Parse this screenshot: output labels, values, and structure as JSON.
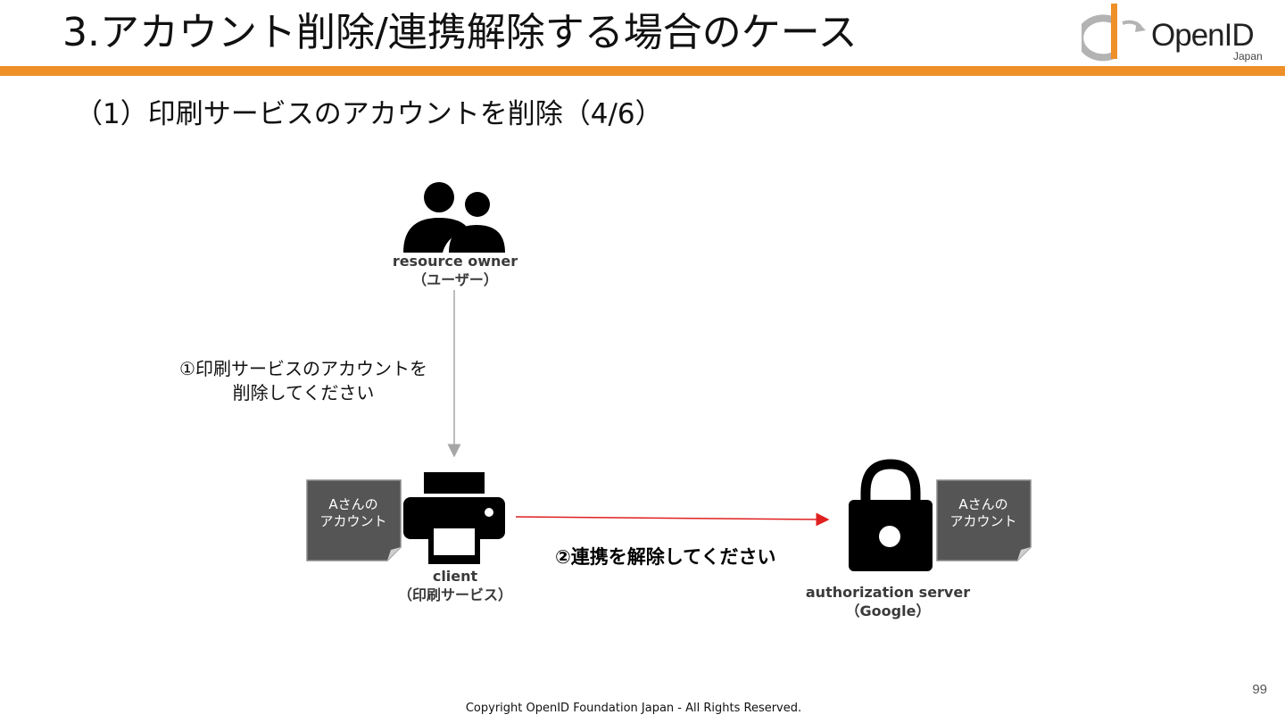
{
  "header": {
    "title": "3.アカウント削除/連携解除する場合のケース",
    "subtitle": "（1）印刷サービスのアカウントを削除（4/6）",
    "logo": {
      "word": "OpenID",
      "sub": "Japan",
      "accent": "#ee8f28"
    }
  },
  "diagram": {
    "resource_owner": {
      "label": "resource owner",
      "sub": "（ユーザー）",
      "icon": "users-icon"
    },
    "client": {
      "label": "client",
      "sub": "（印刷サービス）",
      "icon": "printer-icon"
    },
    "authorization_server": {
      "label": "authorization server",
      "sub": "（Google）",
      "icon": "lock-icon"
    },
    "note_left": {
      "line1": "Aさんの",
      "line2": "アカウント"
    },
    "note_right": {
      "line1": "Aさんの",
      "line2": "アカウント"
    },
    "step1": {
      "line1": "①印刷サービスのアカウントを",
      "line2": "削除してください"
    },
    "step2": {
      "text": "②連携を解除してください"
    },
    "colors": {
      "arrow_gray": "#a6a6a6",
      "arrow_red": "#e02020",
      "note_fill": "#555555"
    }
  },
  "footer": {
    "page_number": "99",
    "copyright": "Copyright OpenID Foundation Japan - All Rights Reserved."
  }
}
